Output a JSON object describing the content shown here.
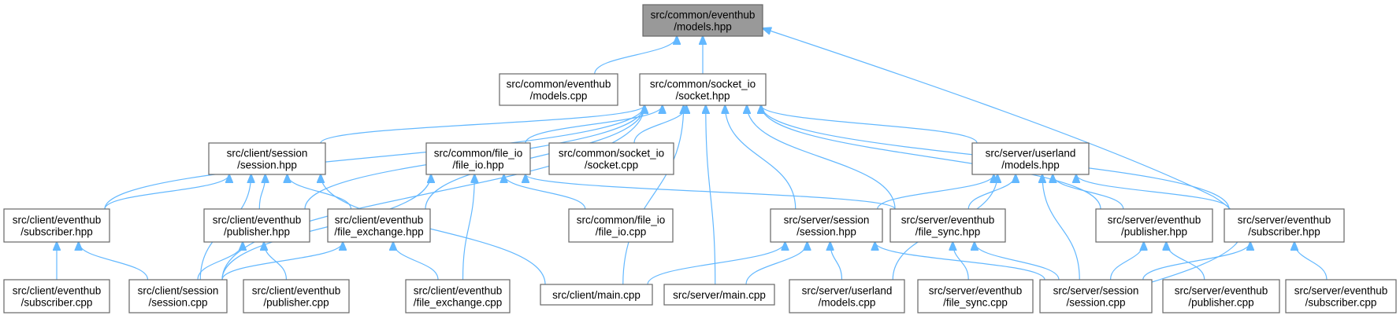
{
  "colors": {
    "edge": "#63b8ff",
    "node_border": "#666666",
    "root_fill": "#999999",
    "node_fill": "#ffffff"
  },
  "nodes": [
    {
      "id": "n_models_hpp",
      "lines": [
        "src/common/eventhub",
        "/models.hpp"
      ],
      "root": true
    },
    {
      "id": "n_models_cpp",
      "lines": [
        "src/common/eventhub",
        "/models.cpp"
      ]
    },
    {
      "id": "n_socket_hpp",
      "lines": [
        "src/common/socket_io",
        "/socket.hpp"
      ]
    },
    {
      "id": "n_client_session_hpp",
      "lines": [
        "src/client/session",
        "/session.hpp"
      ]
    },
    {
      "id": "n_file_io_hpp",
      "lines": [
        "src/common/file_io",
        "/file_io.hpp"
      ]
    },
    {
      "id": "n_socket_cpp",
      "lines": [
        "src/common/socket_io",
        "/socket.cpp"
      ]
    },
    {
      "id": "n_userland_models_hpp",
      "lines": [
        "src/server/userland",
        "/models.hpp"
      ]
    },
    {
      "id": "n_client_subscriber_hpp",
      "lines": [
        "src/client/eventhub",
        "/subscriber.hpp"
      ]
    },
    {
      "id": "n_client_publisher_hpp",
      "lines": [
        "src/client/eventhub",
        "/publisher.hpp"
      ]
    },
    {
      "id": "n_client_file_exchange_hpp",
      "lines": [
        "src/client/eventhub",
        "/file_exchange.hpp"
      ]
    },
    {
      "id": "n_file_io_cpp",
      "lines": [
        "src/common/file_io",
        "/file_io.cpp"
      ]
    },
    {
      "id": "n_server_session_hpp",
      "lines": [
        "src/server/session",
        "/session.hpp"
      ]
    },
    {
      "id": "n_server_file_sync_hpp",
      "lines": [
        "src/server/eventhub",
        "/file_sync.hpp"
      ]
    },
    {
      "id": "n_server_publisher_hpp",
      "lines": [
        "src/server/eventhub",
        "/publisher.hpp"
      ]
    },
    {
      "id": "n_server_subscriber_hpp",
      "lines": [
        "src/server/eventhub",
        "/subscriber.hpp"
      ]
    },
    {
      "id": "n_client_subscriber_cpp",
      "lines": [
        "src/client/eventhub",
        "/subscriber.cpp"
      ]
    },
    {
      "id": "n_client_session_cpp",
      "lines": [
        "src/client/session",
        "/session.cpp"
      ]
    },
    {
      "id": "n_client_publisher_cpp",
      "lines": [
        "src/client/eventhub",
        "/publisher.cpp"
      ]
    },
    {
      "id": "n_client_file_exchange_cpp",
      "lines": [
        "src/client/eventhub",
        "/file_exchange.cpp"
      ]
    },
    {
      "id": "n_client_main_cpp",
      "lines": [
        "src/client/main.cpp"
      ]
    },
    {
      "id": "n_server_main_cpp",
      "lines": [
        "src/server/main.cpp"
      ]
    },
    {
      "id": "n_userland_models_cpp",
      "lines": [
        "src/server/userland",
        "/models.cpp"
      ]
    },
    {
      "id": "n_server_file_sync_cpp",
      "lines": [
        "src/server/eventhub",
        "/file_sync.cpp"
      ]
    },
    {
      "id": "n_server_session_cpp",
      "lines": [
        "src/server/session",
        "/session.cpp"
      ]
    },
    {
      "id": "n_server_publisher_cpp",
      "lines": [
        "src/server/eventhub",
        "/publisher.cpp"
      ]
    },
    {
      "id": "n_server_subscriber_cpp",
      "lines": [
        "src/server/eventhub",
        "/subscriber.cpp"
      ]
    }
  ],
  "edges": [
    {
      "from": "n_models_cpp",
      "to": "n_models_hpp"
    },
    {
      "from": "n_socket_hpp",
      "to": "n_models_hpp"
    },
    {
      "from": "n_server_session_cpp",
      "to": "n_models_hpp"
    },
    {
      "from": "n_client_session_hpp",
      "to": "n_socket_hpp"
    },
    {
      "from": "n_file_io_hpp",
      "to": "n_socket_hpp"
    },
    {
      "from": "n_socket_cpp",
      "to": "n_socket_hpp"
    },
    {
      "from": "n_userland_models_hpp",
      "to": "n_socket_hpp"
    },
    {
      "from": "n_client_subscriber_hpp",
      "to": "n_socket_hpp"
    },
    {
      "from": "n_client_publisher_hpp",
      "to": "n_socket_hpp"
    },
    {
      "from": "n_client_file_exchange_hpp",
      "to": "n_socket_hpp"
    },
    {
      "from": "n_client_session_cpp",
      "to": "n_socket_hpp"
    },
    {
      "from": "n_client_main_cpp",
      "to": "n_socket_hpp"
    },
    {
      "from": "n_server_main_cpp",
      "to": "n_socket_hpp"
    },
    {
      "from": "n_server_session_hpp",
      "to": "n_socket_hpp"
    },
    {
      "from": "n_server_file_sync_hpp",
      "to": "n_socket_hpp"
    },
    {
      "from": "n_server_publisher_hpp",
      "to": "n_socket_hpp"
    },
    {
      "from": "n_server_subscriber_hpp",
      "to": "n_socket_hpp"
    },
    {
      "from": "n_client_subscriber_hpp",
      "to": "n_client_session_hpp"
    },
    {
      "from": "n_client_publisher_hpp",
      "to": "n_client_session_hpp"
    },
    {
      "from": "n_client_file_exchange_hpp",
      "to": "n_client_session_hpp"
    },
    {
      "from": "n_client_session_cpp",
      "to": "n_client_session_hpp"
    },
    {
      "from": "n_client_main_cpp",
      "to": "n_client_session_hpp"
    },
    {
      "from": "n_file_io_cpp",
      "to": "n_file_io_hpp"
    },
    {
      "from": "n_client_session_cpp",
      "to": "n_file_io_hpp"
    },
    {
      "from": "n_client_file_exchange_cpp",
      "to": "n_file_io_hpp"
    },
    {
      "from": "n_server_file_sync_hpp",
      "to": "n_file_io_hpp"
    },
    {
      "from": "n_server_session_hpp",
      "to": "n_userland_models_hpp"
    },
    {
      "from": "n_server_file_sync_hpp",
      "to": "n_userland_models_hpp"
    },
    {
      "from": "n_userland_models_cpp",
      "to": "n_userland_models_hpp"
    },
    {
      "from": "n_server_session_cpp",
      "to": "n_userland_models_hpp"
    },
    {
      "from": "n_server_publisher_hpp",
      "to": "n_userland_models_hpp"
    },
    {
      "from": "n_server_subscriber_hpp",
      "to": "n_userland_models_hpp"
    },
    {
      "from": "n_client_subscriber_cpp",
      "to": "n_client_subscriber_hpp"
    },
    {
      "from": "n_client_session_cpp",
      "to": "n_client_subscriber_hpp"
    },
    {
      "from": "n_client_session_cpp",
      "to": "n_client_publisher_hpp"
    },
    {
      "from": "n_client_publisher_cpp",
      "to": "n_client_publisher_hpp"
    },
    {
      "from": "n_client_session_cpp",
      "to": "n_client_file_exchange_hpp"
    },
    {
      "from": "n_client_file_exchange_cpp",
      "to": "n_client_file_exchange_hpp"
    },
    {
      "from": "n_client_main_cpp",
      "to": "n_server_session_hpp"
    },
    {
      "from": "n_server_main_cpp",
      "to": "n_server_session_hpp"
    },
    {
      "from": "n_userland_models_cpp",
      "to": "n_server_session_hpp"
    },
    {
      "from": "n_server_session_cpp",
      "to": "n_server_session_hpp"
    },
    {
      "from": "n_server_file_sync_cpp",
      "to": "n_server_file_sync_hpp"
    },
    {
      "from": "n_server_session_cpp",
      "to": "n_server_file_sync_hpp"
    },
    {
      "from": "n_server_session_cpp",
      "to": "n_server_publisher_hpp"
    },
    {
      "from": "n_server_publisher_cpp",
      "to": "n_server_publisher_hpp"
    },
    {
      "from": "n_server_session_cpp",
      "to": "n_server_subscriber_hpp"
    },
    {
      "from": "n_server_subscriber_cpp",
      "to": "n_server_subscriber_hpp"
    }
  ]
}
